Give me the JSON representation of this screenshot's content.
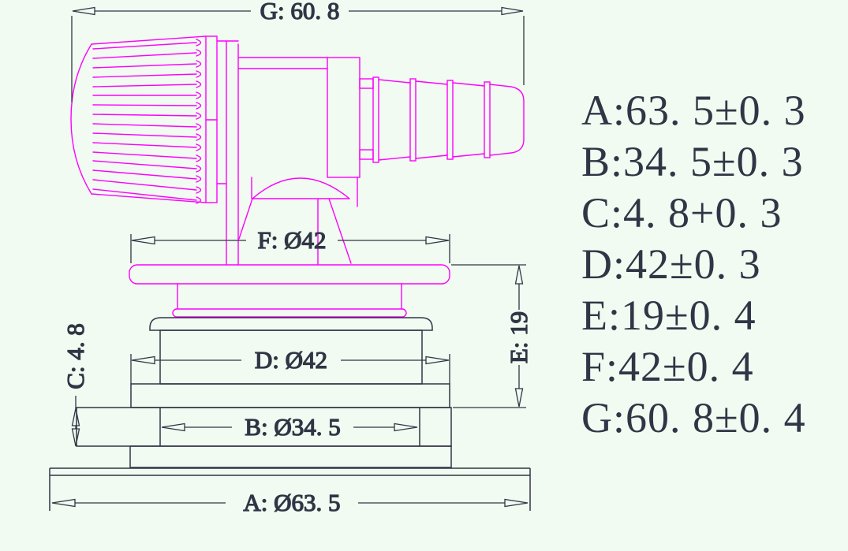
{
  "colors": {
    "background": "#f1fbf1",
    "part_outline": "#ff00ff",
    "line_color": "#2f3645"
  },
  "drawing": {
    "dim_labels": {
      "G": "G: 60. 8",
      "F": "F: Ø42",
      "D": "D: Ø42",
      "B": "B: Ø34. 5",
      "A": "A: Ø63. 5",
      "C": "C: 4. 8",
      "E": "E: 19"
    }
  },
  "legend": {
    "items": [
      {
        "id": "A",
        "text": "A:63. 5±0. 3"
      },
      {
        "id": "B",
        "text": "B:34. 5±0. 3"
      },
      {
        "id": "C",
        "text": "C:4. 8+0. 3"
      },
      {
        "id": "D",
        "text": "D:42±0. 3"
      },
      {
        "id": "E",
        "text": "E:19±0. 4"
      },
      {
        "id": "F",
        "text": "F:42±0. 4"
      },
      {
        "id": "G",
        "text": "G:60. 8±0. 4"
      }
    ]
  }
}
